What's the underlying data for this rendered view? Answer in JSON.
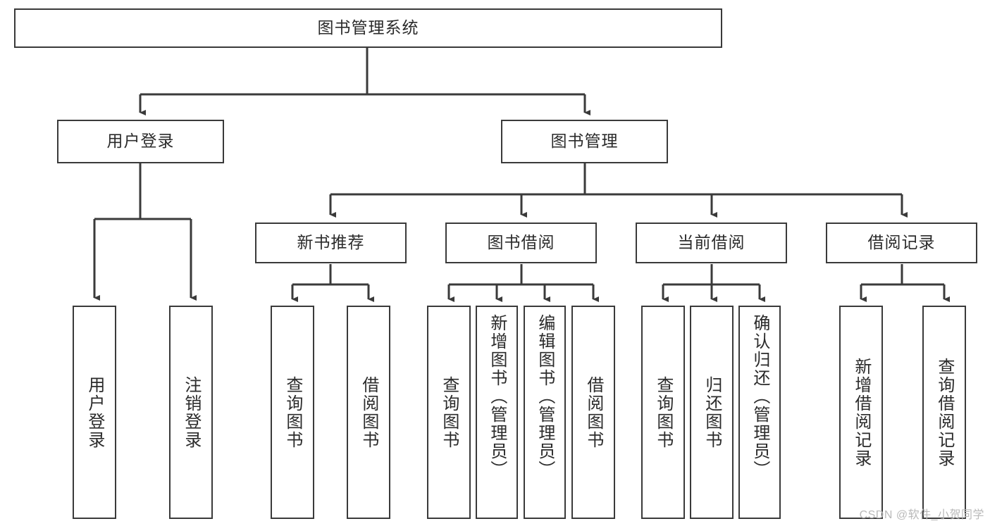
{
  "diagram": {
    "title": "图书管理系统",
    "type": "hierarchy-tree",
    "watermark": "CSDN @软件_小贺同学",
    "colors": {
      "box_border": "#3a3a3a",
      "box_fill": "#ffffff",
      "connector": "#3a3a3a",
      "text": "#2b2b2b",
      "watermark": "#b9b9b9",
      "background": "#ffffff"
    },
    "root": {
      "label": "图书管理系统",
      "orientation": "horizontal"
    },
    "level2": [
      {
        "label": "用户登录",
        "orientation": "horizontal"
      },
      {
        "label": "图书管理",
        "orientation": "horizontal"
      }
    ],
    "level3": [
      {
        "label": "新书推荐",
        "orientation": "horizontal",
        "parent": "图书管理"
      },
      {
        "label": "图书借阅",
        "orientation": "horizontal",
        "parent": "图书管理"
      },
      {
        "label": "当前借阅",
        "orientation": "horizontal",
        "parent": "图书管理"
      },
      {
        "label": "借阅记录",
        "orientation": "horizontal",
        "parent": "图书管理"
      }
    ],
    "leaves": {
      "用户登录": [
        {
          "label": "用户登录",
          "orientation": "vertical"
        },
        {
          "label": "注销登录",
          "orientation": "vertical"
        }
      ],
      "新书推荐": [
        {
          "label": "查询图书",
          "orientation": "vertical"
        },
        {
          "label": "借阅图书",
          "orientation": "vertical"
        }
      ],
      "图书借阅": [
        {
          "label": "查询图书",
          "orientation": "vertical"
        },
        {
          "label": "新增图书（管理员）",
          "orientation": "vertical"
        },
        {
          "label": "编辑图书（管理员）",
          "orientation": "vertical"
        },
        {
          "label": "借阅图书",
          "orientation": "vertical"
        }
      ],
      "当前借阅": [
        {
          "label": "查询图书",
          "orientation": "vertical"
        },
        {
          "label": "归还图书",
          "orientation": "vertical"
        },
        {
          "label": "确认归还（管理员）",
          "orientation": "vertical"
        }
      ],
      "借阅记录": [
        {
          "label": "新增借阅记录",
          "orientation": "vertical"
        },
        {
          "label": "查询借阅记录",
          "orientation": "vertical"
        }
      ]
    }
  }
}
